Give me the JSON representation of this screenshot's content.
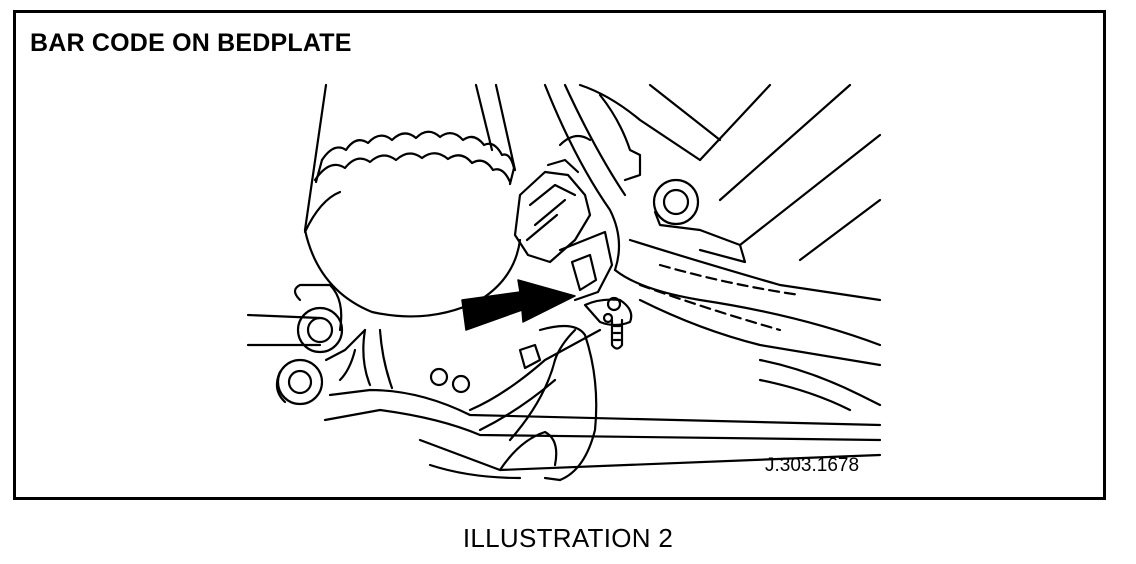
{
  "figure": {
    "title": "BAR CODE ON BEDPLATE",
    "reference_code": "J.303.1678",
    "caption": "ILLUSTRATION 2"
  },
  "colors": {
    "line": "#000000",
    "background": "#ffffff"
  },
  "icons": {
    "pointer": "arrow-right-icon"
  }
}
